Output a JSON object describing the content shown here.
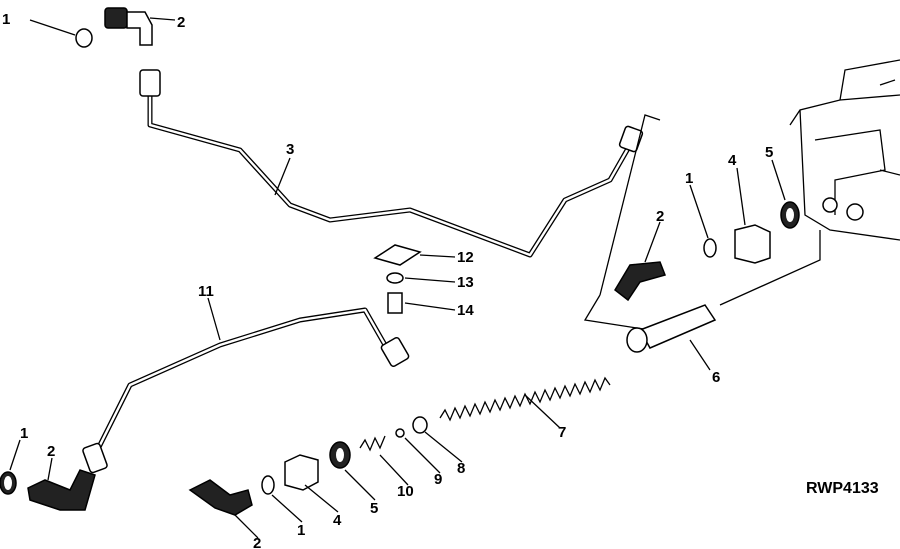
{
  "diagram": {
    "drawing_code": "RWP4133",
    "callouts": [
      {
        "id": "c1a",
        "text": "1"
      },
      {
        "id": "c2a",
        "text": "2"
      },
      {
        "id": "c3",
        "text": "3"
      },
      {
        "id": "c1b",
        "text": "1"
      },
      {
        "id": "c4a",
        "text": "4"
      },
      {
        "id": "c5a",
        "text": "5"
      },
      {
        "id": "c2b",
        "text": "2"
      },
      {
        "id": "c12",
        "text": "12"
      },
      {
        "id": "c13",
        "text": "13"
      },
      {
        "id": "c14",
        "text": "14"
      },
      {
        "id": "c11",
        "text": "11"
      },
      {
        "id": "c6",
        "text": "6"
      },
      {
        "id": "c7",
        "text": "7"
      },
      {
        "id": "c8",
        "text": "8"
      },
      {
        "id": "c9",
        "text": "9"
      },
      {
        "id": "c10",
        "text": "10"
      },
      {
        "id": "c5b",
        "text": "5"
      },
      {
        "id": "c4b",
        "text": "4"
      },
      {
        "id": "c1c",
        "text": "1"
      },
      {
        "id": "c2c",
        "text": "2"
      },
      {
        "id": "c1d",
        "text": "1"
      },
      {
        "id": "c2d",
        "text": "2"
      }
    ]
  }
}
